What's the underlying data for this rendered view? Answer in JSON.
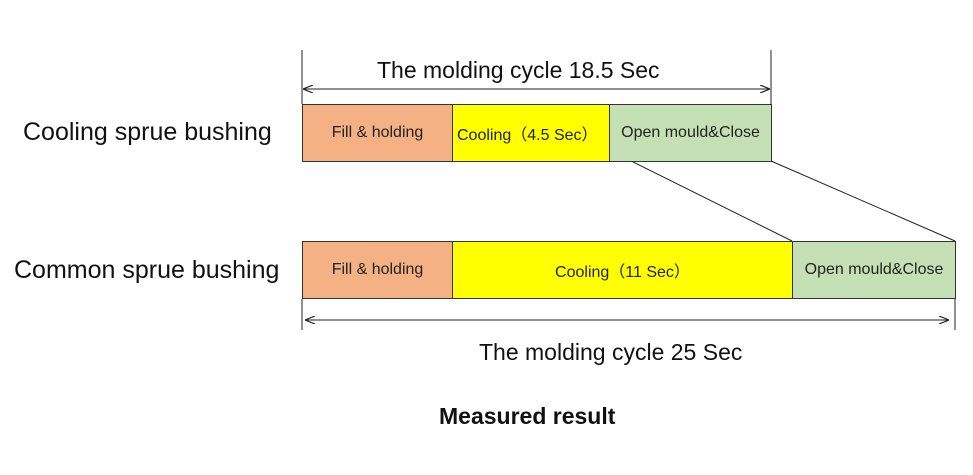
{
  "rows": [
    {
      "label": "Cooling sprue bushing",
      "segments": [
        {
          "label": "Fill & holding",
          "color": "#F4B183"
        },
        {
          "label": "Cooling（4.5 Sec）",
          "color": "#FFFF00"
        },
        {
          "label": "Open mould&Close",
          "color": "#C5E0B4"
        }
      ],
      "cycle_label": "The molding cycle  18.5 Sec"
    },
    {
      "label": "Common sprue bushing",
      "segments": [
        {
          "label": "Fill & holding",
          "color": "#F4B183"
        },
        {
          "label": "Cooling（11 Sec）",
          "color": "#FFFF00"
        },
        {
          "label": "Open mould&Close",
          "color": "#C5E0B4"
        }
      ],
      "cycle_label": "The molding cycle  25 Sec"
    }
  ],
  "caption": "Measured result",
  "colors": {
    "fill_holding": "#F4B183",
    "cooling": "#FFFF00",
    "open_close": "#C5E0B4",
    "lines": "#222222"
  }
}
